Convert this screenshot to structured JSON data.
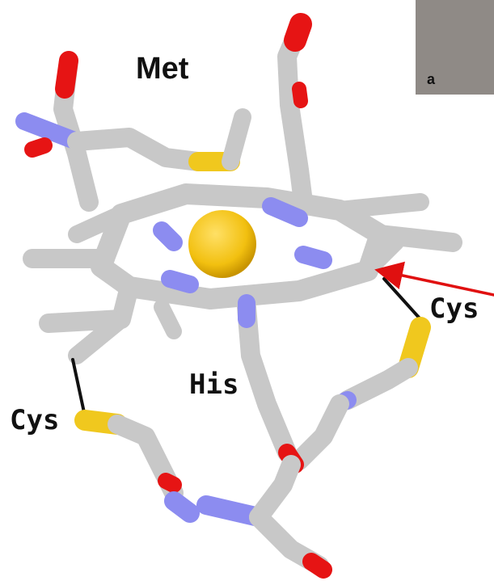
{
  "labels": {
    "met": "Met",
    "his": "His",
    "cys_right": "Cys",
    "cys_left": "Cys",
    "panel_letter": "a"
  },
  "colors": {
    "carbon": "#c8c8c8",
    "nitrogen": "#8c8cf0",
    "oxygen": "#e61414",
    "sulfur": "#f0c81e",
    "iron": "#f2c010",
    "arrow": "#e01010",
    "thioether_bond": "#111111",
    "panel": "#8f8a86"
  }
}
